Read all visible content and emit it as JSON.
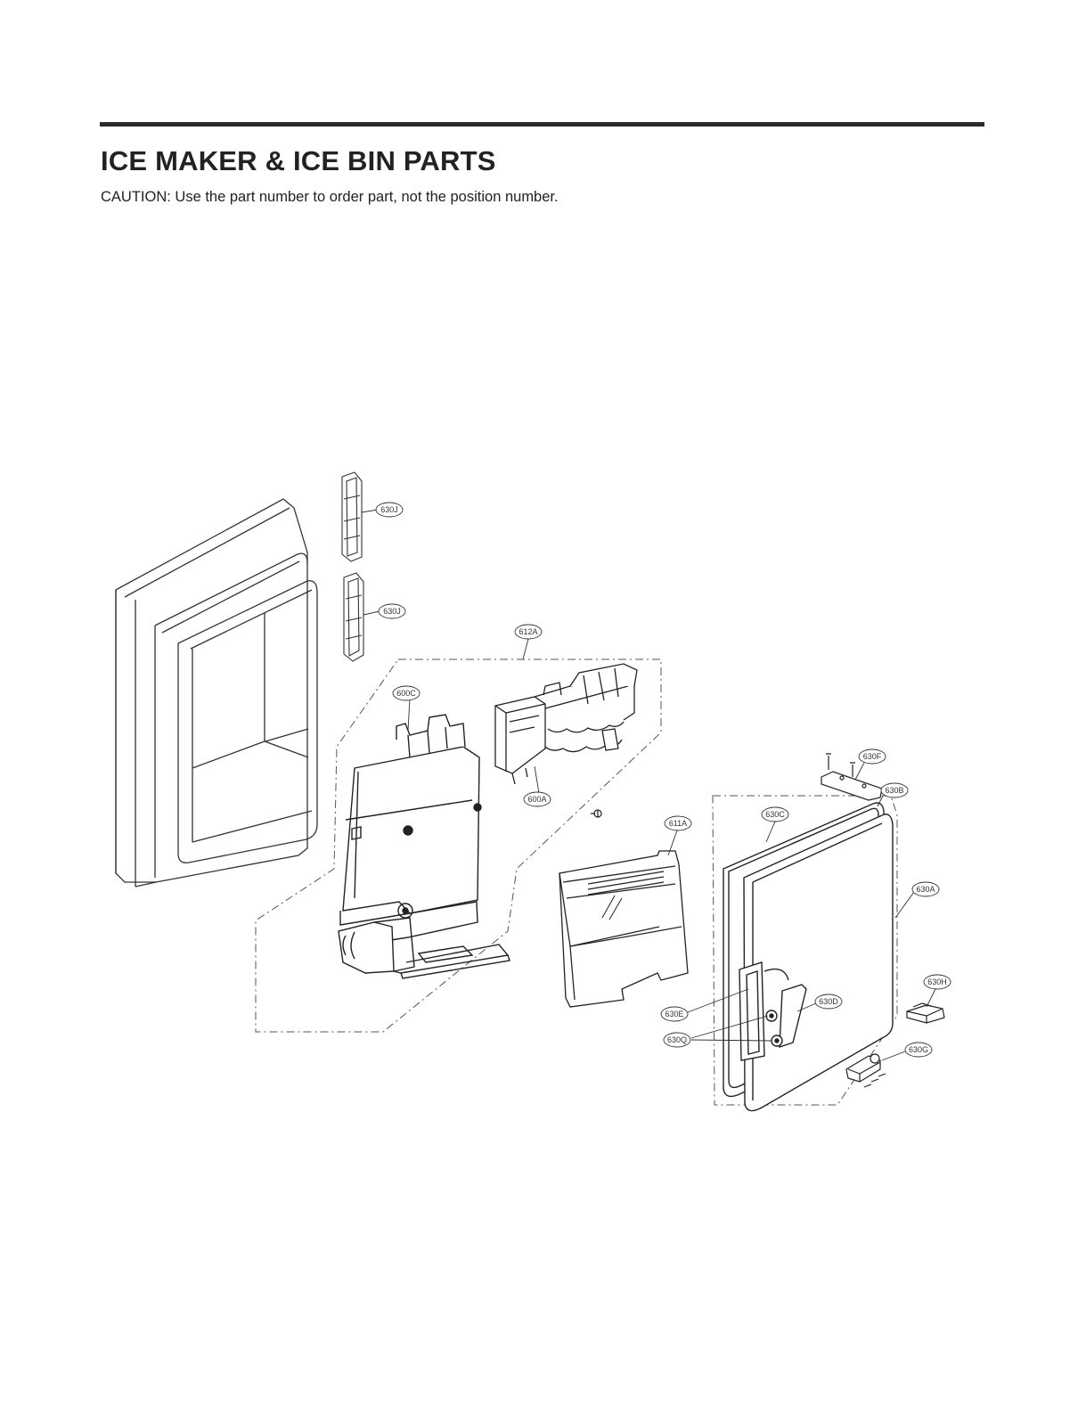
{
  "header": {
    "title": "ICE MAKER & ICE BIN PARTS",
    "caution": "CAUTION: Use the part number to order part, not the position number."
  },
  "callouts": {
    "c630J_top": "630J",
    "c630J_bottom": "630J",
    "c612A": "612A",
    "c600C": "600C",
    "c600A": "600A",
    "c630F": "630F",
    "c630B": "630B",
    "c630C": "630C",
    "c611A": "611A",
    "c630A": "630A",
    "c630H": "630H",
    "c630D": "630D",
    "c630E": "630E",
    "c630Q": "630Q",
    "c630G": "630G"
  }
}
